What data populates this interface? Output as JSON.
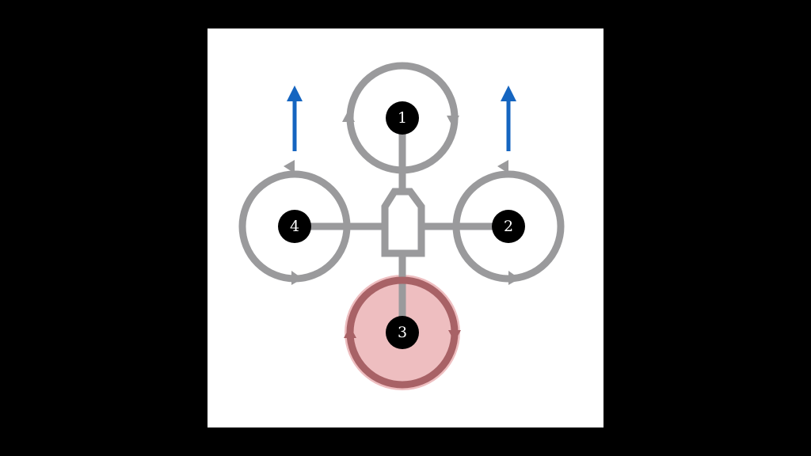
{
  "diagram": {
    "motors": [
      {
        "id": "motor-1",
        "label": "1",
        "highlighted": false,
        "rotation": "clockwise"
      },
      {
        "id": "motor-2",
        "label": "2",
        "highlighted": false,
        "rotation": "counter-clockwise"
      },
      {
        "id": "motor-3",
        "label": "3",
        "highlighted": true,
        "rotation": "clockwise"
      },
      {
        "id": "motor-4",
        "label": "4",
        "highlighted": false,
        "rotation": "counter-clockwise"
      }
    ],
    "thrust_arrows": [
      "up",
      "up"
    ],
    "colors": {
      "background": "#000000",
      "slide": "#ffffff",
      "frame": "#9a9a9c",
      "motor_label_bg": "#000000",
      "motor_label_text": "#ffffff",
      "arrow": "#1565c0",
      "highlight_fill": "#e8a8ab",
      "highlight_stroke": "#a86266"
    }
  }
}
